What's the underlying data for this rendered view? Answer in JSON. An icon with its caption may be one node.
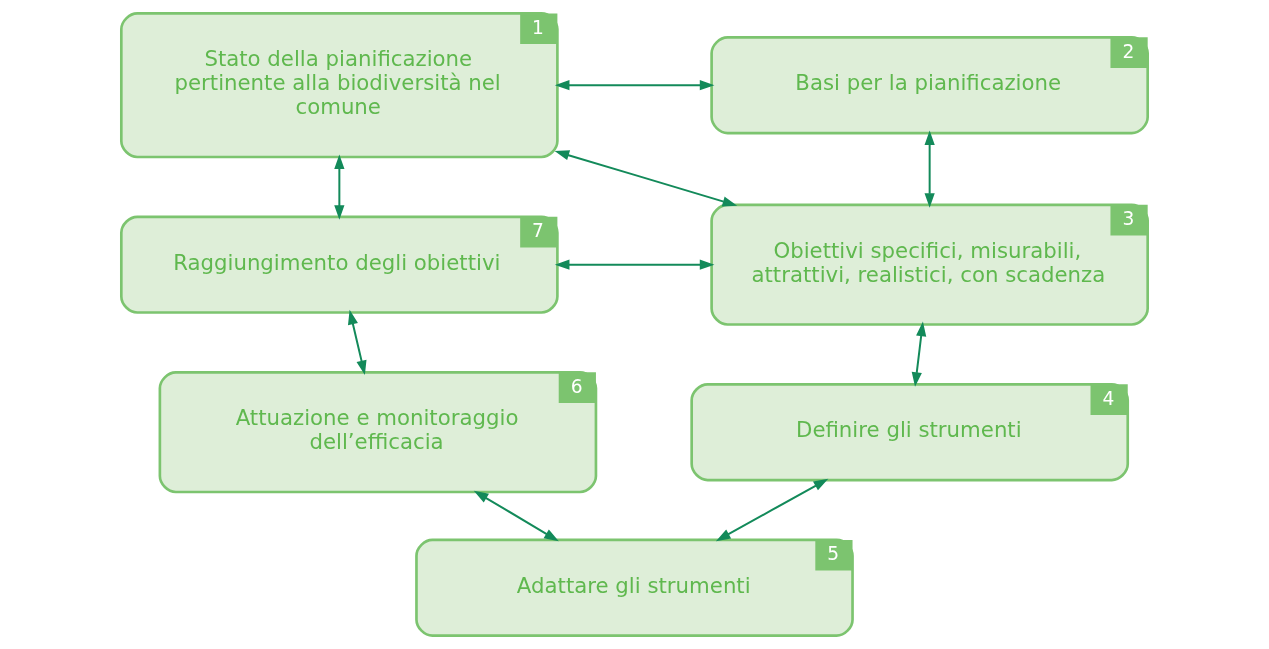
{
  "diagram": {
    "nodes": [
      {
        "text": [
          "1",
          "Stato della pianificazione pertinente alla biodiversità nel comune"
        ]
      },
      {
        "text": [
          "2",
          "Basi per la pianificazione"
        ]
      },
      {
        "text": [
          "3",
          "Obiettivi specifici, misurabili, attrattivi, realistici, con scadenza"
        ]
      },
      {
        "text": [
          "4",
          "Definire gli strumenti"
        ]
      },
      {
        "text": [
          "5",
          "Adattare gli strumenti"
        ]
      },
      {
        "text": [
          "6",
          "Attuazione e monitoraggio dell’efficacia"
        ]
      },
      {
        "text": [
          "7",
          "Raggiungimento degli obiettivi"
        ]
      }
    ],
    "edges": [
      {
        "from": 0,
        "to": 1,
        "arrow": "both"
      },
      {
        "from": 0,
        "to": 6,
        "arrow": "both"
      },
      {
        "from": 0,
        "to": 2,
        "arrow": "both"
      },
      {
        "from": 1,
        "to": 2,
        "arrow": "both"
      },
      {
        "from": 6,
        "to": 2,
        "arrow": "both"
      },
      {
        "from": 6,
        "to": 5,
        "arrow": "both"
      },
      {
        "from": 2,
        "to": 3,
        "arrow": "both"
      },
      {
        "from": 5,
        "to": 4,
        "arrow": "both"
      },
      {
        "from": 3,
        "to": 4,
        "arrow": "both"
      }
    ]
  }
}
